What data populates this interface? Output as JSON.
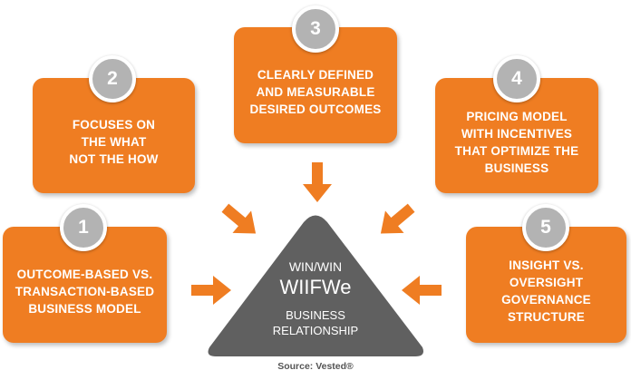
{
  "colors": {
    "box": "#ef7d22",
    "badge": "#b3b3b3",
    "triangle": "#606060",
    "arrow": "#ef7d22"
  },
  "center": {
    "line1": "WIN/WIN",
    "line2": "WIIFWe",
    "line3": "BUSINESS",
    "line4": "RELATIONSHIP"
  },
  "boxes": [
    {
      "number": "1",
      "text": "OUTCOME-BASED VS.\nTRANSACTION-BASED\nBUSINESS MODEL"
    },
    {
      "number": "2",
      "text": "FOCUSES ON\nTHE WHAT\nNOT THE HOW"
    },
    {
      "number": "3",
      "text": "CLEARLY DEFINED\nAND MEASURABLE\nDESIRED OUTCOMES"
    },
    {
      "number": "4",
      "text": "PRICING MODEL\nWITH INCENTIVES\nTHAT OPTIMIZE THE\nBUSINESS"
    },
    {
      "number": "5",
      "text": "INSIGHT VS.\nOVERSIGHT\nGOVERNANCE\nSTRUCTURE"
    }
  ],
  "source": "Source: Vested®"
}
